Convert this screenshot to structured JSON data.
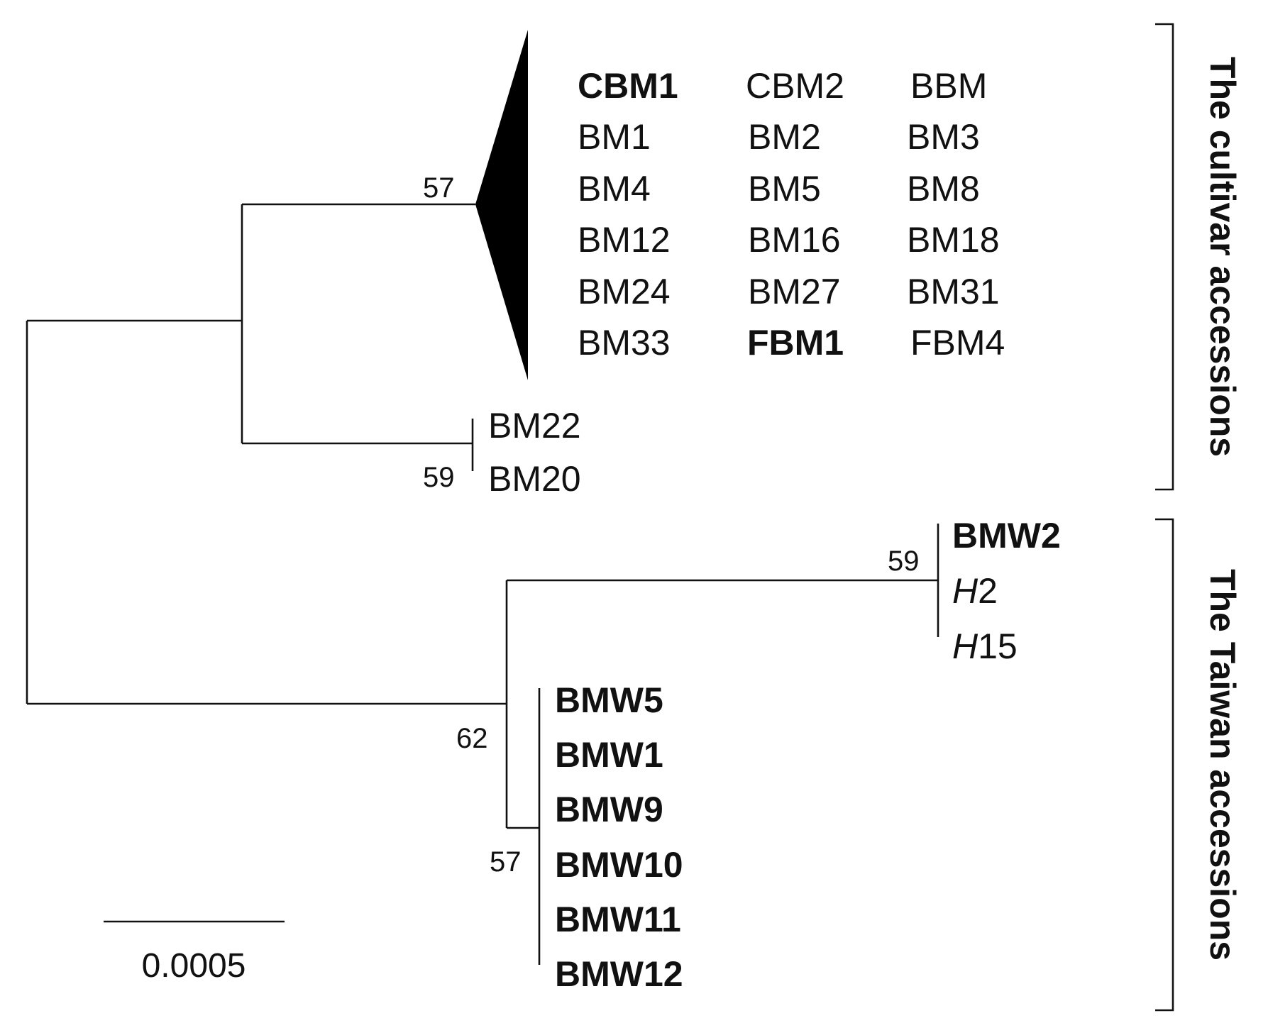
{
  "tree": {
    "collapsed_clade": {
      "bootstrap": "57",
      "taxa": [
        {
          "label": "CBM1",
          "bold": true
        },
        {
          "label": "CBM2",
          "bold": false
        },
        {
          "label": "BBM",
          "bold": false
        },
        {
          "label": "BM1",
          "bold": false
        },
        {
          "label": "BM2",
          "bold": false
        },
        {
          "label": "BM3",
          "bold": false
        },
        {
          "label": "BM4",
          "bold": false
        },
        {
          "label": "BM5",
          "bold": false
        },
        {
          "label": "BM8",
          "bold": false
        },
        {
          "label": "BM12",
          "bold": false
        },
        {
          "label": "BM16",
          "bold": false
        },
        {
          "label": "BM18",
          "bold": false
        },
        {
          "label": "BM24",
          "bold": false
        },
        {
          "label": "BM27",
          "bold": false
        },
        {
          "label": "BM31",
          "bold": false
        },
        {
          "label": "BM33",
          "bold": false
        },
        {
          "label": "FBM1",
          "bold": true
        },
        {
          "label": "FBM4",
          "bold": false
        }
      ]
    },
    "bm_pair": {
      "bootstrap": "59",
      "taxa": [
        "BM22",
        "BM20"
      ]
    },
    "bmw2_clade": {
      "bootstrap": "59",
      "taxa": [
        {
          "label": "BMW2",
          "bold": true,
          "italic_prefix": ""
        },
        {
          "label": "2",
          "bold": false,
          "italic_prefix": "H"
        },
        {
          "label": "15",
          "bold": false,
          "italic_prefix": "H"
        }
      ]
    },
    "taiwan_node_bootstrap": "62",
    "bmw_clade": {
      "bootstrap": "57",
      "taxa": [
        "BMW5",
        "BMW1",
        "BMW9",
        "BMW10",
        "BMW11",
        "BMW12"
      ]
    },
    "scale_bar": {
      "label": "0.0005"
    },
    "groups": [
      {
        "label": "The cultivar accessions"
      },
      {
        "label": "The Taiwan accessions"
      }
    ]
  }
}
